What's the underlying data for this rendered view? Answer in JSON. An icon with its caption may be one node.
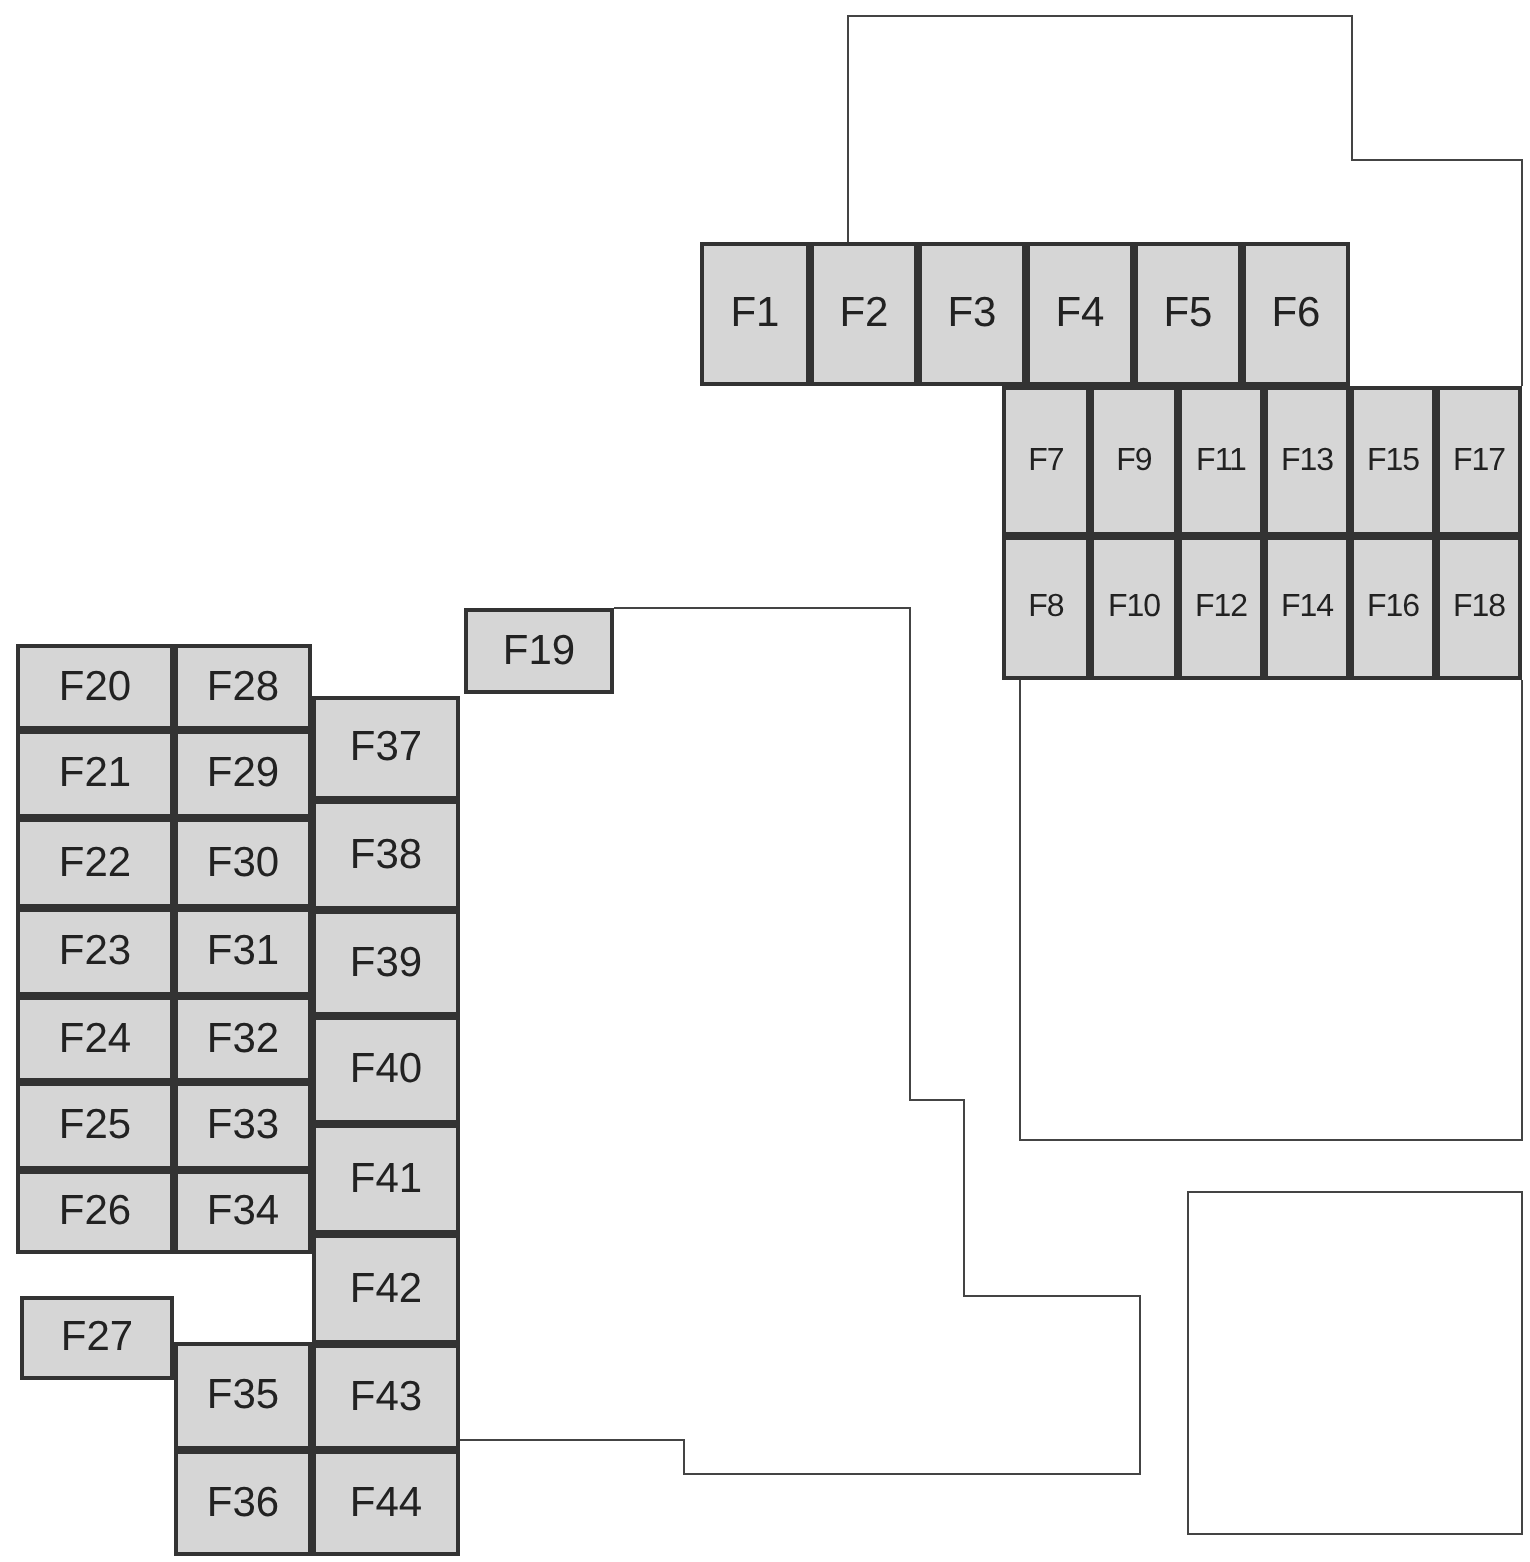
{
  "diagram": {
    "nodes": [
      {
        "text": [
          "F1"
        ]
      },
      {
        "text": [
          "F2"
        ]
      },
      {
        "text": [
          "F3"
        ]
      },
      {
        "text": [
          "F4"
        ]
      },
      {
        "text": [
          "F5"
        ]
      },
      {
        "text": [
          "F6"
        ]
      },
      {
        "text": [
          "F7"
        ]
      },
      {
        "text": [
          "F8"
        ]
      },
      {
        "text": [
          "F9"
        ]
      },
      {
        "text": [
          "F10"
        ]
      },
      {
        "text": [
          "F11"
        ]
      },
      {
        "text": [
          "F12"
        ]
      },
      {
        "text": [
          "F13"
        ]
      },
      {
        "text": [
          "F14"
        ]
      },
      {
        "text": [
          "F15"
        ]
      },
      {
        "text": [
          "F16"
        ]
      },
      {
        "text": [
          "F17"
        ]
      },
      {
        "text": [
          "F18"
        ]
      },
      {
        "text": [
          "F19"
        ]
      },
      {
        "text": [
          "F20"
        ]
      },
      {
        "text": [
          "F21"
        ]
      },
      {
        "text": [
          "F22"
        ]
      },
      {
        "text": [
          "F23"
        ]
      },
      {
        "text": [
          "F24"
        ]
      },
      {
        "text": [
          "F25"
        ]
      },
      {
        "text": [
          "F26"
        ]
      },
      {
        "text": [
          "F27"
        ]
      },
      {
        "text": [
          "F28"
        ]
      },
      {
        "text": [
          "F29"
        ]
      },
      {
        "text": [
          "F30"
        ]
      },
      {
        "text": [
          "F31"
        ]
      },
      {
        "text": [
          "F32"
        ]
      },
      {
        "text": [
          "F33"
        ]
      },
      {
        "text": [
          "F34"
        ]
      },
      {
        "text": [
          "F35"
        ]
      },
      {
        "text": [
          "F36"
        ]
      },
      {
        "text": [
          "F37"
        ]
      },
      {
        "text": [
          "F38"
        ]
      },
      {
        "text": [
          "F39"
        ]
      },
      {
        "text": [
          "F40"
        ]
      },
      {
        "text": [
          "F41"
        ]
      },
      {
        "text": [
          "F42"
        ]
      },
      {
        "text": [
          "F43"
        ]
      },
      {
        "text": [
          "F44"
        ]
      }
    ]
  }
}
